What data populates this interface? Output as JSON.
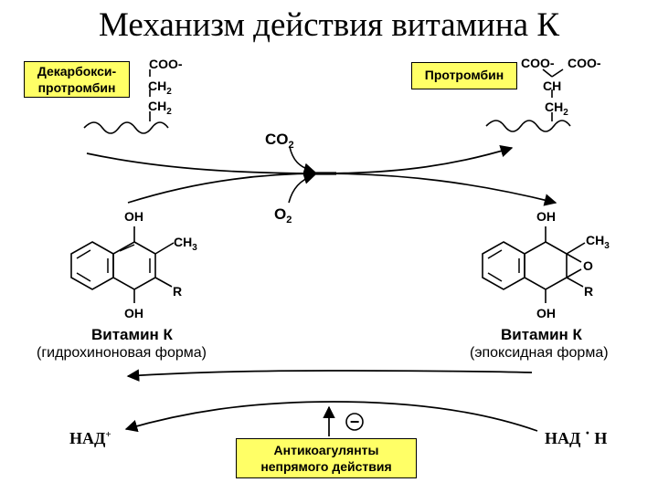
{
  "title": "Механизм действия витамина К",
  "substrate": {
    "label_line1": "Декарбокси-",
    "label_line2": "протромбин",
    "coo": "COO-",
    "ch2": "CH",
    "sub2": "2"
  },
  "product": {
    "label": "Протромбин",
    "coo_left": "COO-",
    "coo_right": "COO-",
    "ch": "CH",
    "ch2": "CH",
    "sub2": "2"
  },
  "gases": {
    "co": "CO",
    "o": "O",
    "sub2": "2"
  },
  "hydroquinone": {
    "oh_top": "OH",
    "oh_bottom": "OH",
    "ch3": "CH",
    "sub3": "3",
    "r": "R",
    "name": "Витамин К",
    "form": "(гидрохиноновая форма)"
  },
  "epoxide": {
    "oh_top": "OH",
    "oh_bottom": "OH",
    "ch3": "CH",
    "sub3": "3",
    "o": "O",
    "r": "R",
    "name": "Витамин К",
    "form": "(эпоксидная форма)"
  },
  "nad_plus": {
    "text": "НАД",
    "sup": "+"
  },
  "nadh": {
    "text": "НАД",
    "dot": "·",
    "h": "Н"
  },
  "inhibitor": {
    "symbol": "−"
  },
  "anticoagulants": {
    "line1": "Антикоагулянты",
    "line2": "непрямого действия"
  },
  "colors": {
    "highlight": "#ffff66",
    "stroke": "#000000",
    "background": "#ffffff"
  }
}
